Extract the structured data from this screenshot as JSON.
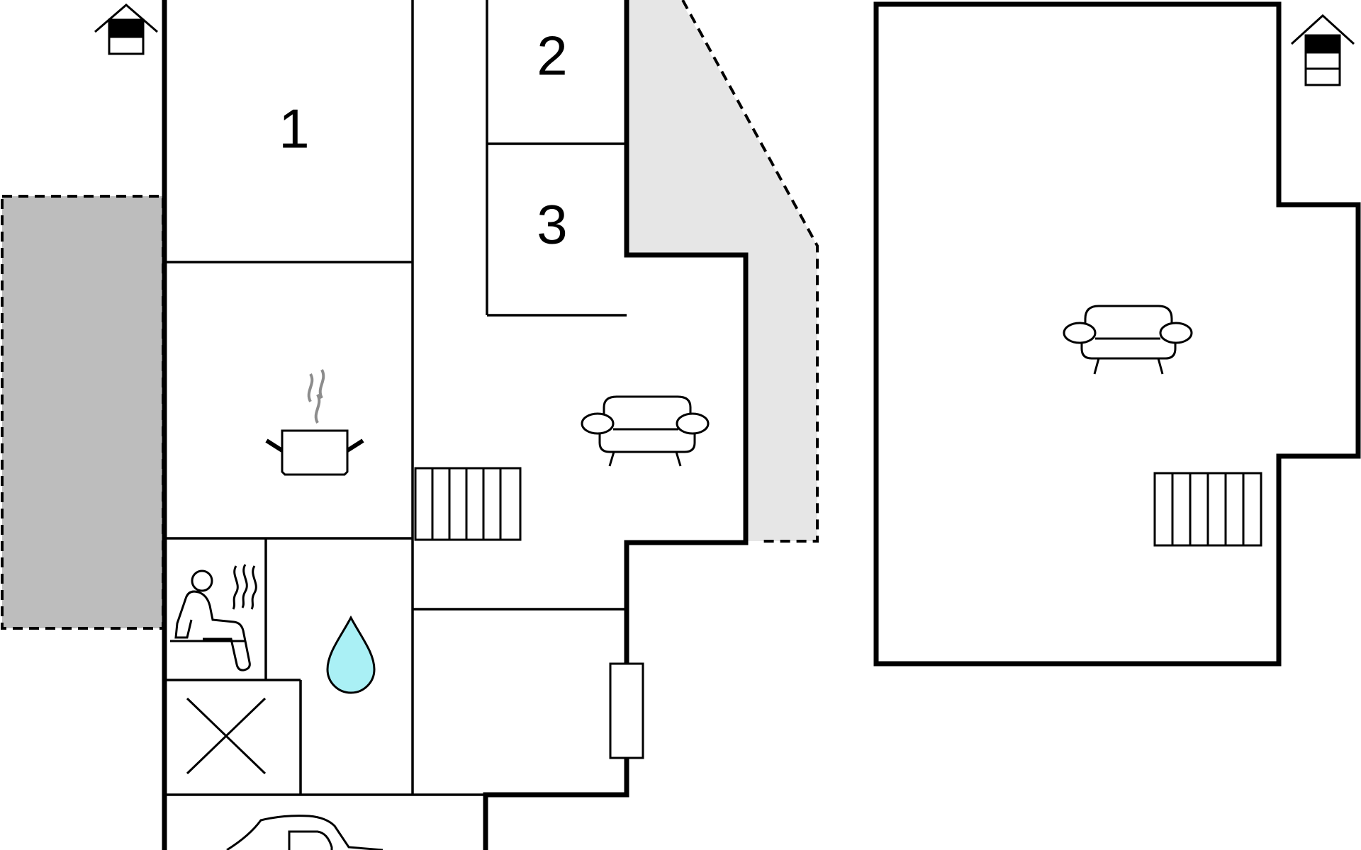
{
  "floorplan": {
    "rooms": [
      {
        "label": "1",
        "type": "bedroom"
      },
      {
        "label": "2",
        "type": "bedroom"
      },
      {
        "label": "3",
        "type": "bedroom"
      }
    ],
    "icons": {
      "ground_floor_indicator": "house-ground-floor-icon",
      "upper_floor_indicator": "house-upper-floor-icon",
      "kitchen": "cooking-pot-icon",
      "sauna": "sauna-icon",
      "bathroom": "water-drop-icon",
      "utility": "cross-box-icon",
      "living_room": "sofa-icon",
      "stairs": "stairs-icon",
      "fireplace": "heater-icon",
      "carport": "car-icon"
    },
    "colors": {
      "walls": "#000000",
      "terrace": "#bdbdbd",
      "balcony": "#e6e6e6",
      "water": "#aaf0f5",
      "steam": "#8c8c8c"
    }
  }
}
